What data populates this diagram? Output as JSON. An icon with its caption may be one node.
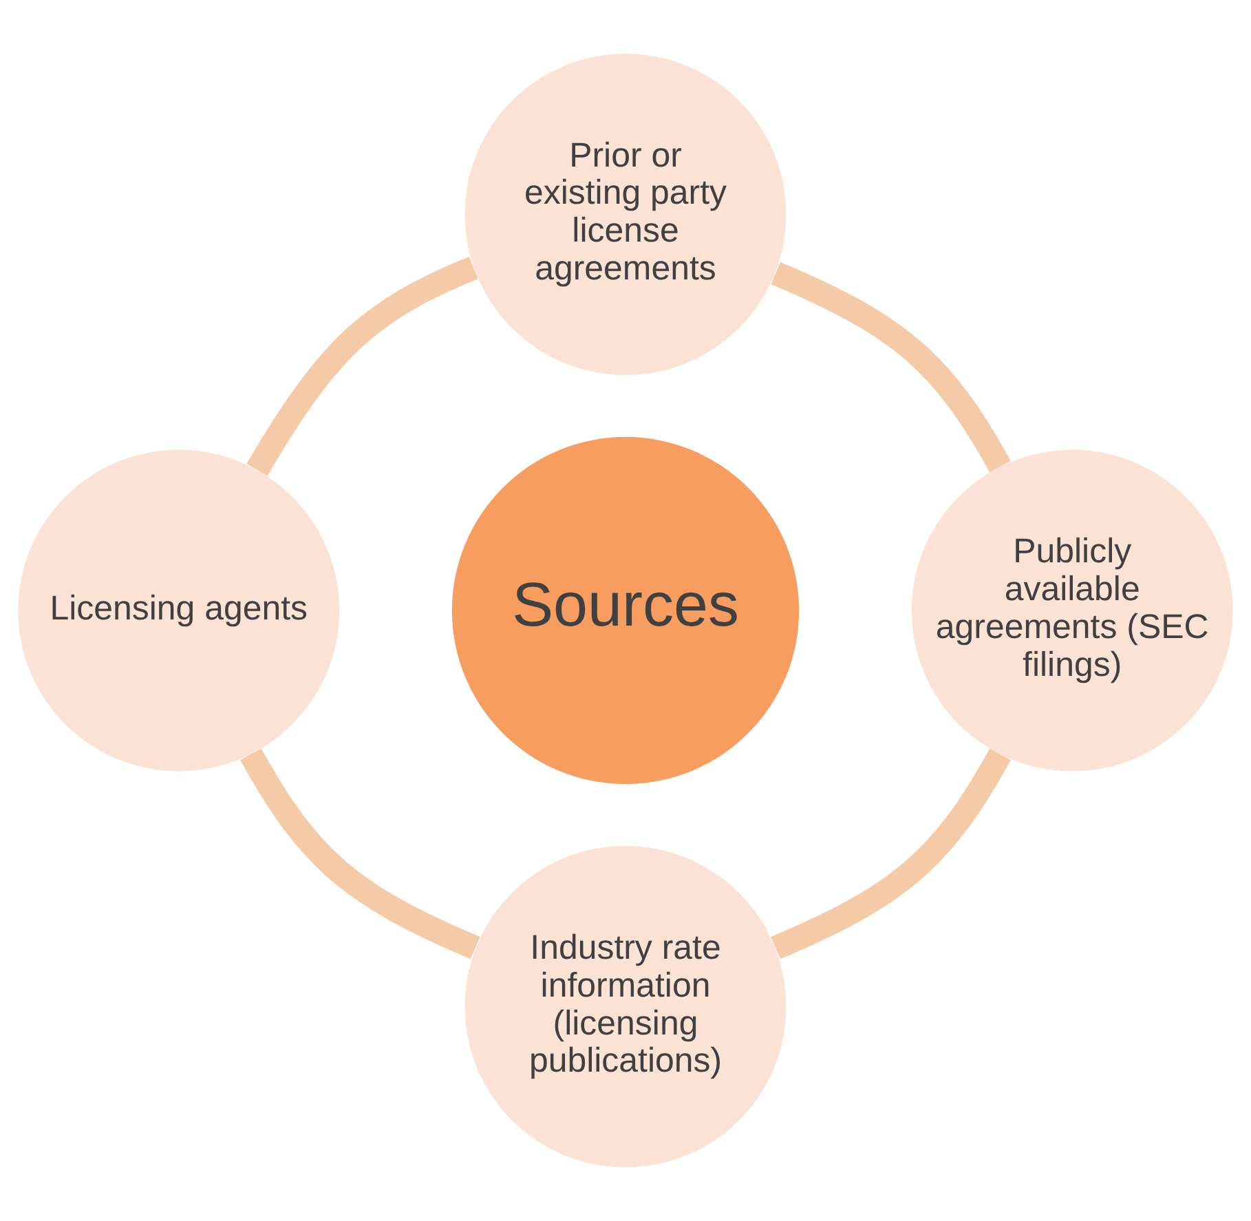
{
  "diagram": {
    "nodes": [
      {
        "text": [
          "Prior or existing party license agreements"
        ]
      },
      {
        "text": [
          "Licensing agents"
        ]
      },
      {
        "text": [
          "Sources"
        ]
      },
      {
        "text": [
          "Publicly available agreements (SEC filings)"
        ]
      },
      {
        "text": [
          "Industry rate information (licensing publications)"
        ]
      }
    ],
    "edges": [
      {
        "from": 0,
        "to": 3,
        "arrow": "none"
      },
      {
        "from": 3,
        "to": 4,
        "arrow": "none"
      },
      {
        "from": 4,
        "to": 1,
        "arrow": "none"
      },
      {
        "from": 1,
        "to": 0,
        "arrow": "none"
      }
    ]
  }
}
